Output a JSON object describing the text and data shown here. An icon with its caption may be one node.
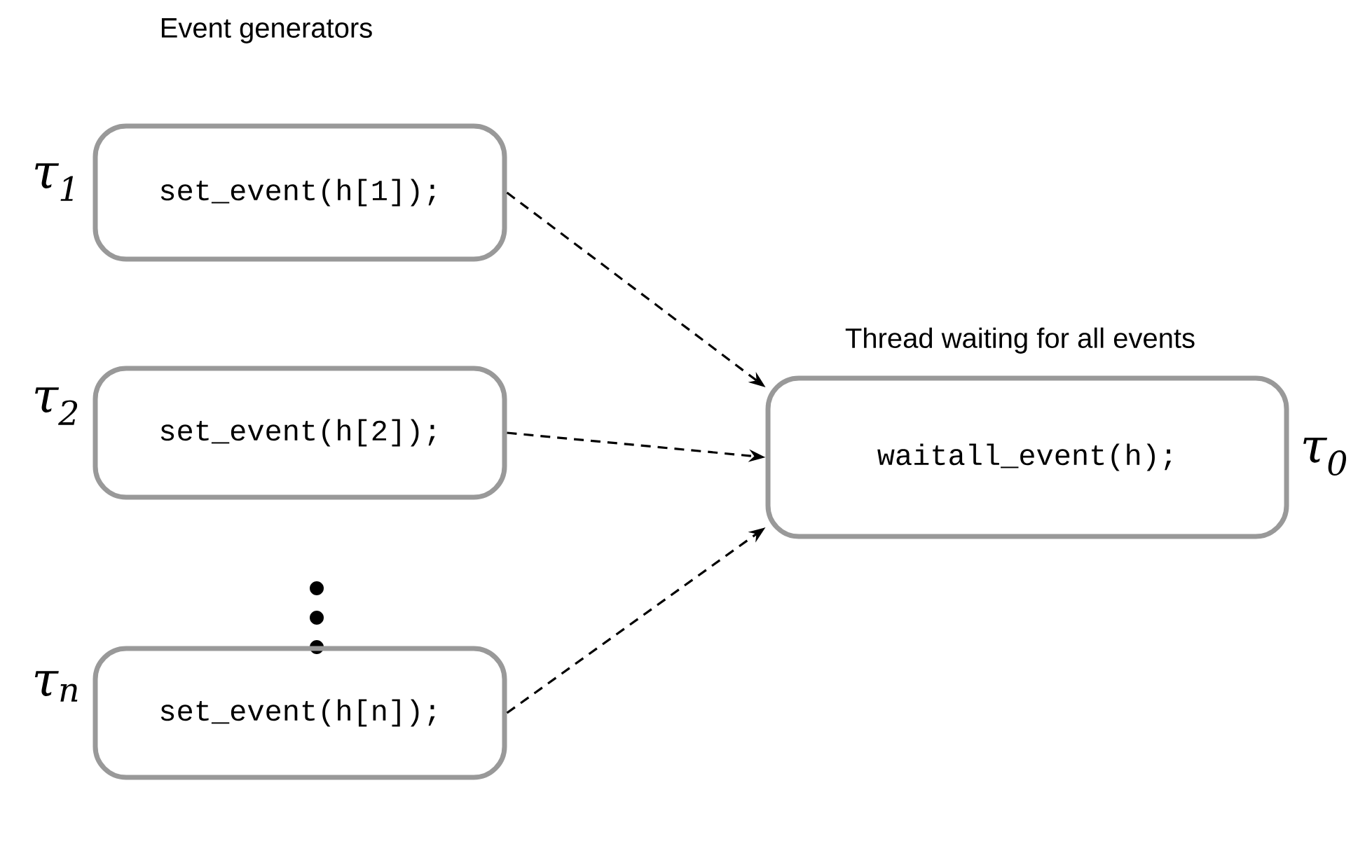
{
  "diagram": {
    "nodes": [
      {
        "text": [
          "set_event(h[1]);"
        ],
        "beside": [
          "τ$_{1}$"
        ]
      },
      {
        "text": [
          "set_event(h[2]);"
        ],
        "beside": [
          "τ$_{2}$"
        ]
      },
      {
        "text": [
          "set_event(h[n]);"
        ],
        "beside": [
          "τ$_{n}$"
        ]
      },
      {
        "text": [
          "Thread waiting for all events",
          "waitall_event(h);"
        ],
        "beside": [
          "τ$_{0}$"
        ]
      }
    ],
    "edges": [
      {
        "from": 0,
        "to": 3,
        "arrow": "to",
        "style": "dashed"
      },
      {
        "from": 1,
        "to": 3,
        "arrow": "to",
        "style": "dashed"
      },
      {
        "from": 2,
        "to": 3,
        "arrow": "to",
        "style": "dashed"
      }
    ],
    "labels": [
      "Event generators"
    ]
  }
}
